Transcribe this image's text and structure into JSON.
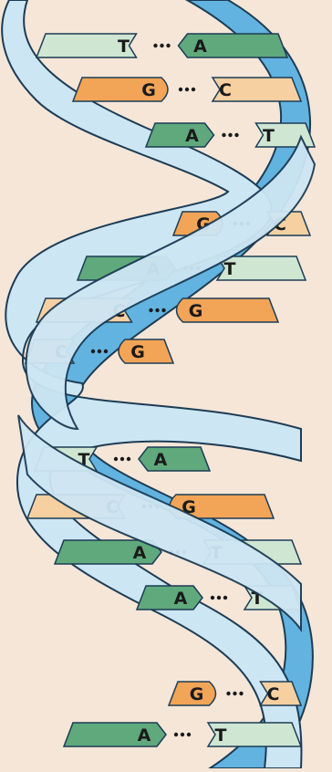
{
  "colors": {
    "background": "#f6e6d8",
    "strand_light": "#cde6f4",
    "strand_dark": "#62b3e0",
    "outline": "#1c3c55",
    "base_A": "#5fa97c",
    "base_T": "#cfe6d2",
    "base_G": "#f2a457",
    "base_C": "#f7d0a2"
  },
  "base_pairs": [
    {
      "left": "T",
      "right": "A"
    },
    {
      "left": "G",
      "right": "C"
    },
    {
      "left": "A",
      "right": "T"
    },
    {
      "left": "G",
      "right": "C"
    },
    {
      "left": "A",
      "right": "T"
    },
    {
      "left": "C",
      "right": "G"
    },
    {
      "left": "C",
      "right": "G"
    },
    {
      "left": "T",
      "right": "A"
    },
    {
      "left": "C",
      "right": "G"
    },
    {
      "left": "A",
      "right": "T"
    },
    {
      "left": "A",
      "right": "T"
    },
    {
      "left": "G",
      "right": "C"
    },
    {
      "left": "A",
      "right": "T"
    }
  ]
}
